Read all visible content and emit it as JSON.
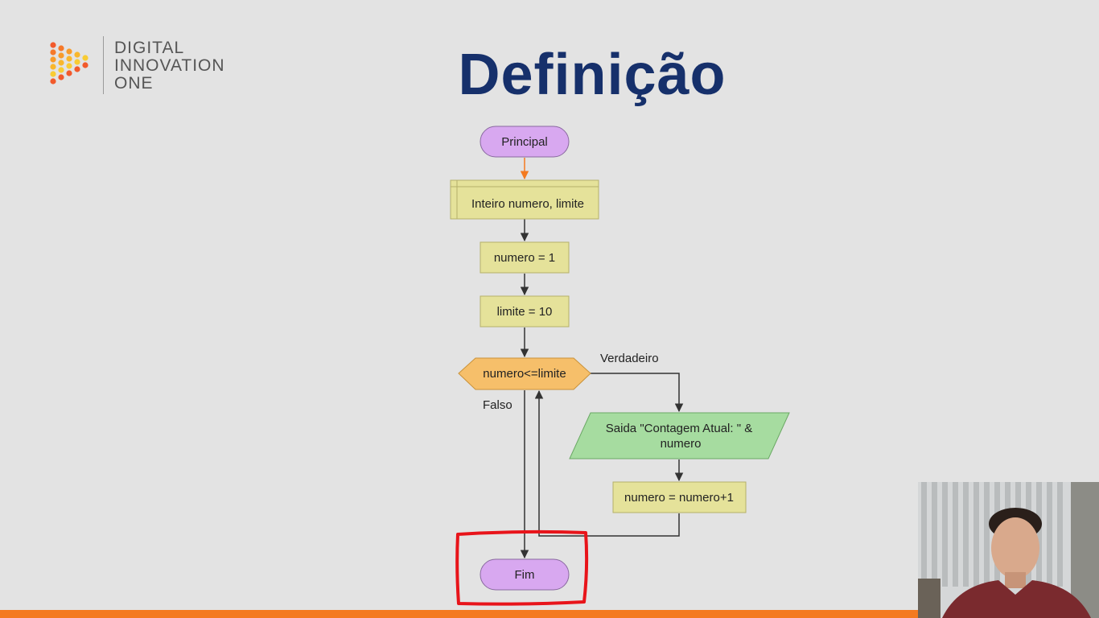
{
  "logo": {
    "line1": "DIGITAL",
    "line2": "INNOVATION",
    "line3": "ONE"
  },
  "slide": {
    "title": "Definição"
  },
  "flowchart": {
    "start": "Principal",
    "declaration": "Inteiro numero, limite",
    "assign_numero": "numero = 1",
    "assign_limite": "limite = 10",
    "condition": "numero<=limite",
    "true_label": "Verdadeiro",
    "false_label": "Falso",
    "output_line1": "Saida \"Contagem Atual: \" &",
    "output_line2": "numero",
    "increment": "numero = numero+1",
    "end": "Fim"
  },
  "colors": {
    "title": "#16306b",
    "terminal": "#d8a8f0",
    "process": "#e5e29a",
    "decision": "#f6bf6a",
    "output": "#a6dca0",
    "highlight": "#e8141a",
    "bottom_bar": "#f47a20"
  }
}
